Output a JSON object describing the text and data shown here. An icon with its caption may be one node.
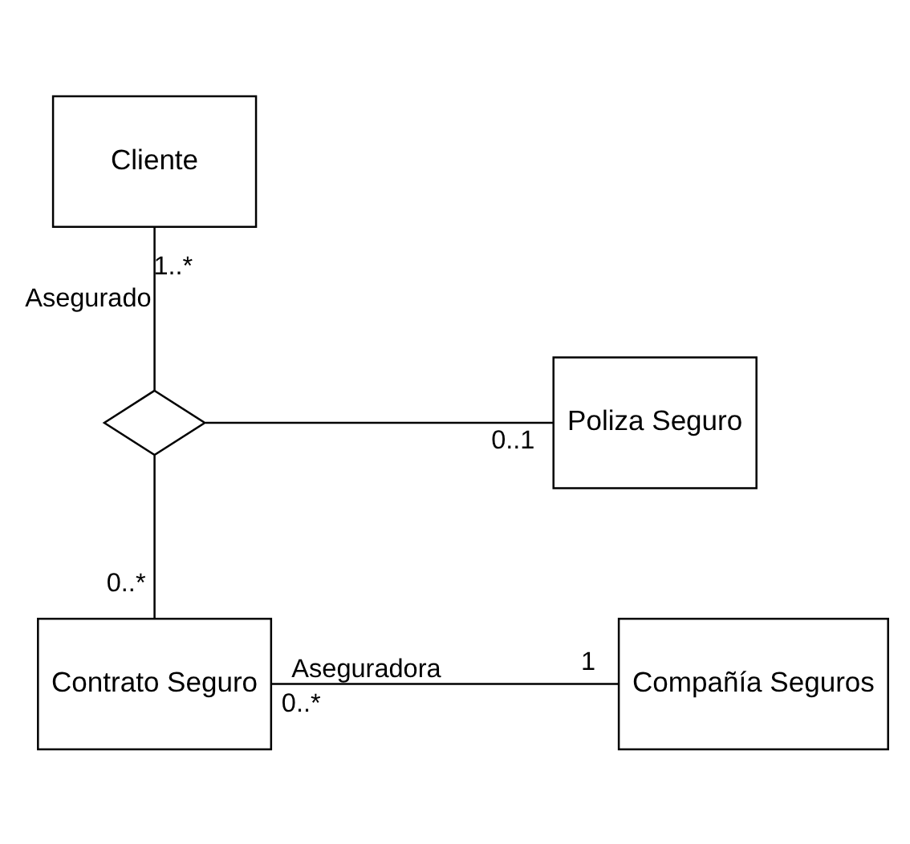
{
  "diagram": {
    "nodes": [
      {
        "text": [
          "Cliente"
        ]
      },
      {
        "text": [],
        "shape": "diamond"
      },
      {
        "text": [
          "Poliza Seguro"
        ]
      },
      {
        "text": [
          "Contrato Seguro"
        ]
      },
      {
        "text": [
          "Compañía Seguros"
        ]
      }
    ],
    "edges": [
      {
        "from": 0,
        "to": 1,
        "arrow": "none",
        "label": "Asegurado"
      },
      {
        "from": 1,
        "to": 2,
        "arrow": "none"
      },
      {
        "from": 1,
        "to": 3,
        "arrow": "none"
      },
      {
        "from": 3,
        "to": 4,
        "arrow": "none",
        "label": "Aseguradora"
      }
    ],
    "labels": [
      "1..*",
      "0..1",
      "0..*",
      "0..*",
      "1"
    ]
  }
}
